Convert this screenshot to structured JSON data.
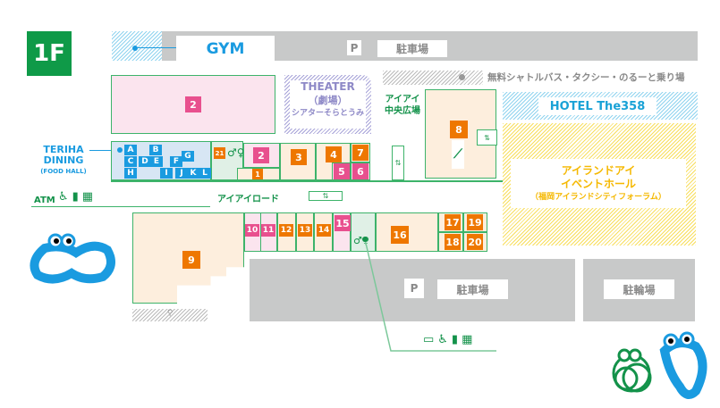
{
  "floor": "1F",
  "top": {
    "gym": "GYM",
    "parking": "駐車場",
    "parking_icon": "P",
    "shuttle": "無料シャトルバス・タクシー・のるーと乗り場"
  },
  "theater": {
    "line1": "THEATER",
    "line2": "（劇場）",
    "line3": "シアターそらとうみ"
  },
  "plaza": {
    "line1": "アイアイ",
    "line2": "中央広場"
  },
  "hotel": "HOTEL The358",
  "event_hall": {
    "line1": "アイランドアイ",
    "line2": "イベントホール",
    "line3": "（福岡アイランドシティフォーラム）"
  },
  "food_hall": {
    "line1": "TERIHA",
    "line2": "DINING",
    "line3": "(FOOD HALL)",
    "stalls": [
      "A",
      "B",
      "C",
      "D",
      "E",
      "F",
      "G",
      "H",
      "I",
      "J",
      "K",
      "L"
    ]
  },
  "road": "アイアイロード",
  "atm": "ATM",
  "escalator": "⇅",
  "shops": [
    "1",
    "2",
    "2",
    "3",
    "4",
    "5",
    "6",
    "7",
    "8",
    "9",
    "10",
    "11",
    "12",
    "13",
    "14",
    "15",
    "16",
    "17",
    "18",
    "19",
    "20",
    "21"
  ],
  "lower_parking": "駐車場",
  "bike_parking": "駐輪場",
  "colors": {
    "green": "#0f9a48",
    "orange": "#ee7700",
    "pink": "#e8508e",
    "blue": "#1a9be0",
    "yellow": "#f5b800"
  }
}
